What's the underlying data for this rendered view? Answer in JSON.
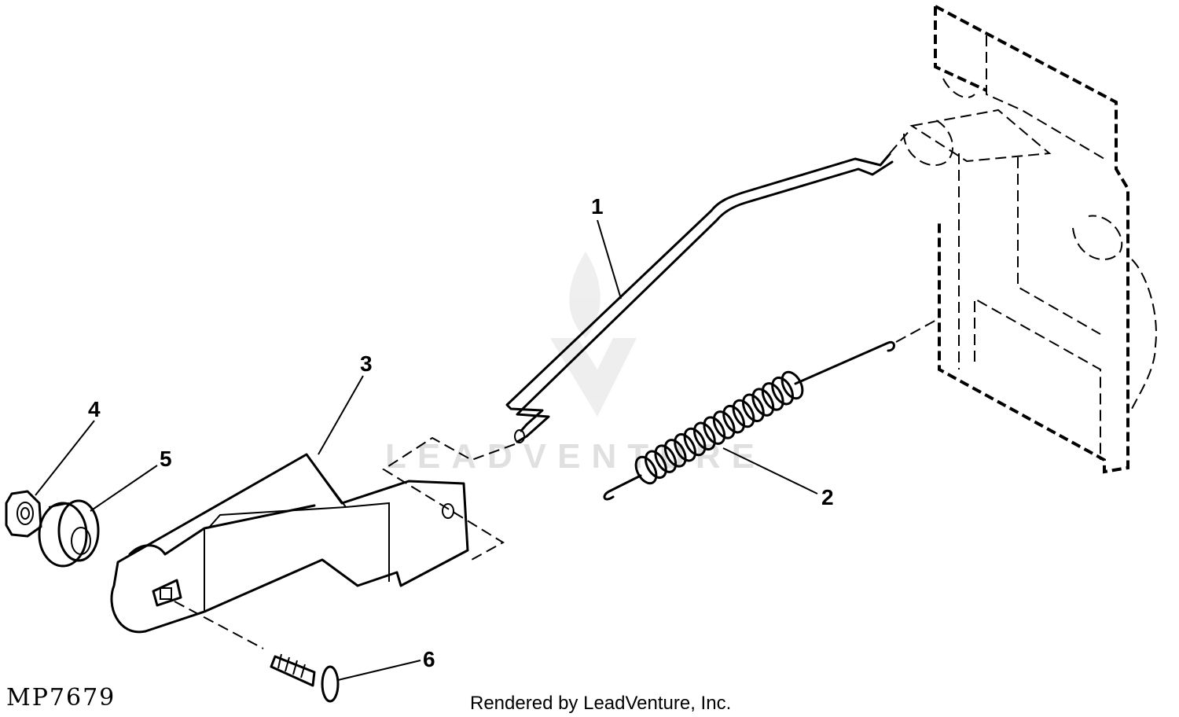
{
  "callouts": {
    "c1": "1",
    "c2": "2",
    "c3": "3",
    "c4": "4",
    "c5": "5",
    "c6": "6"
  },
  "figure_id": "MP7679",
  "credit": "Rendered by LeadVenture, Inc.",
  "watermark": "LEADVENTURE",
  "colors": {
    "ink": "#000000",
    "watermark": "#c8c8c8",
    "background": "#ffffff"
  }
}
